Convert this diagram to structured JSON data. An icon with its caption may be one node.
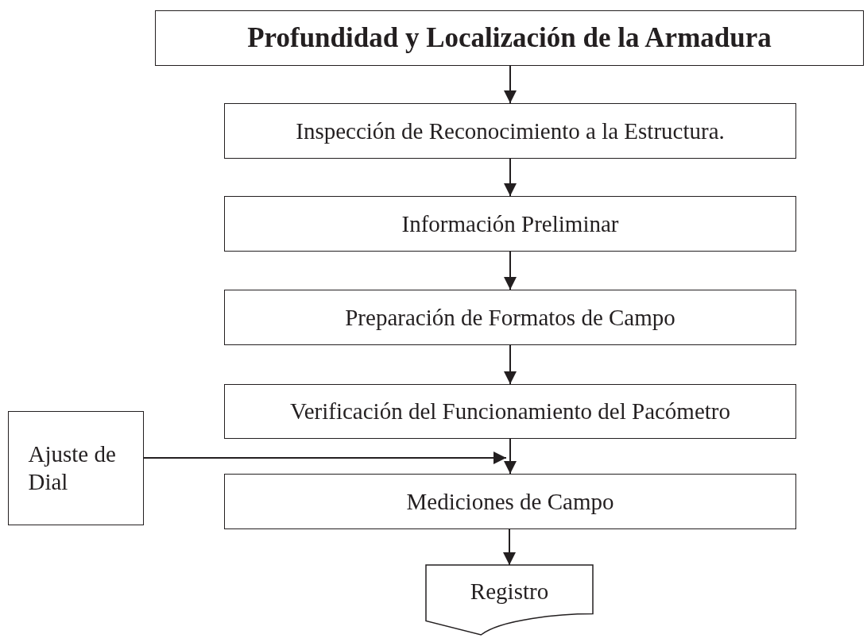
{
  "diagram": {
    "nodes": [
      {
        "text": [
          "Profundidad y Localización de la Armadura"
        ]
      },
      {
        "text": [
          "Inspección de Reconocimiento a la Estructura."
        ]
      },
      {
        "text": [
          "Información Preliminar"
        ]
      },
      {
        "text": [
          "Preparación de Formatos de Campo"
        ]
      },
      {
        "text": [
          "Verificación del Funcionamiento del Pacómetro"
        ]
      },
      {
        "text": [
          "Ajuste de Dial"
        ]
      },
      {
        "text": [
          "Mediciones de Campo"
        ]
      },
      {
        "text": [
          "Registro"
        ]
      }
    ],
    "edges": [
      {
        "from": 0,
        "to": 1,
        "arrow": "to"
      },
      {
        "from": 1,
        "to": 2,
        "arrow": "to"
      },
      {
        "from": 2,
        "to": 3,
        "arrow": "to"
      },
      {
        "from": 3,
        "to": 4,
        "arrow": "to"
      },
      {
        "from": 5,
        "to": 6,
        "arrow": "to"
      },
      {
        "from": 4,
        "to": 6,
        "arrow": "to"
      },
      {
        "from": 6,
        "to": 7,
        "arrow": "to"
      }
    ]
  }
}
